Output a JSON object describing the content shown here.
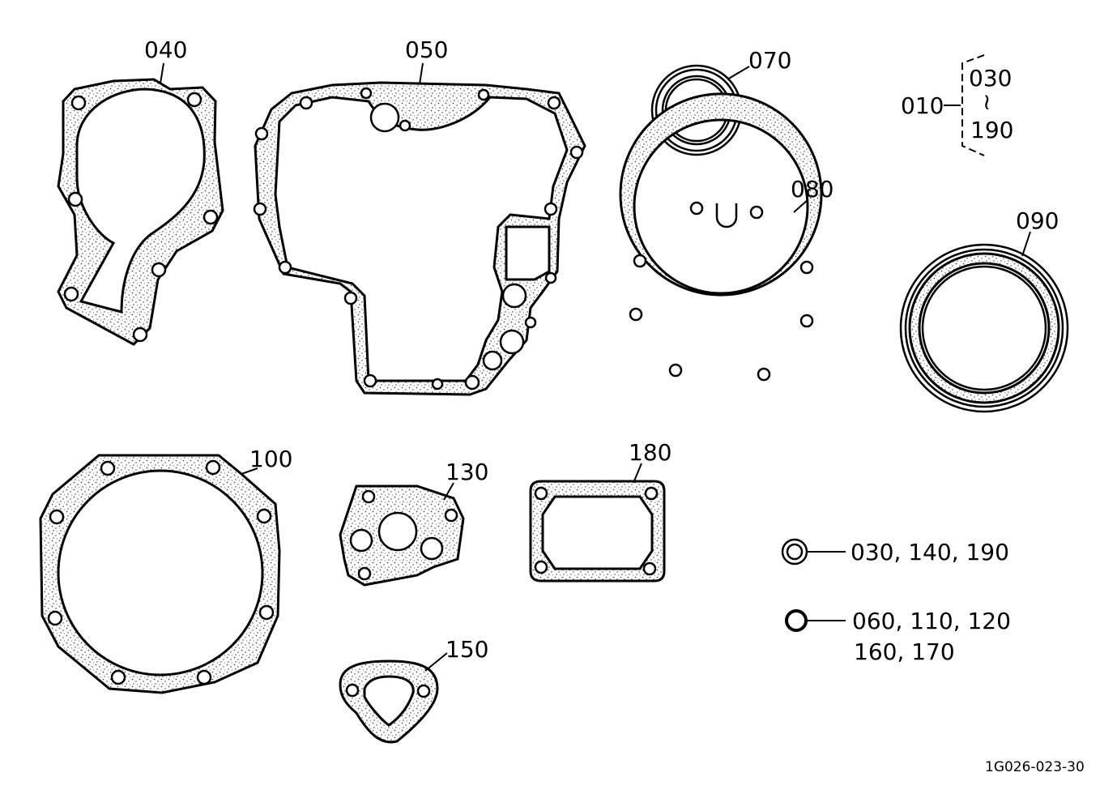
{
  "labels": {
    "p010": "010",
    "p030": "030",
    "tilde": "≀",
    "p190": "190",
    "p040": "040",
    "p050": "050",
    "p070": "070",
    "p080": "080",
    "p090": "090",
    "p100": "100",
    "p130": "130",
    "p150": "150",
    "p180": "180"
  },
  "legend": {
    "ring_double": "030, 140, 190",
    "ring_single_line1": "060, 110, 120",
    "ring_single_line2": "160, 170"
  },
  "figure_code": "1G026-023-30"
}
